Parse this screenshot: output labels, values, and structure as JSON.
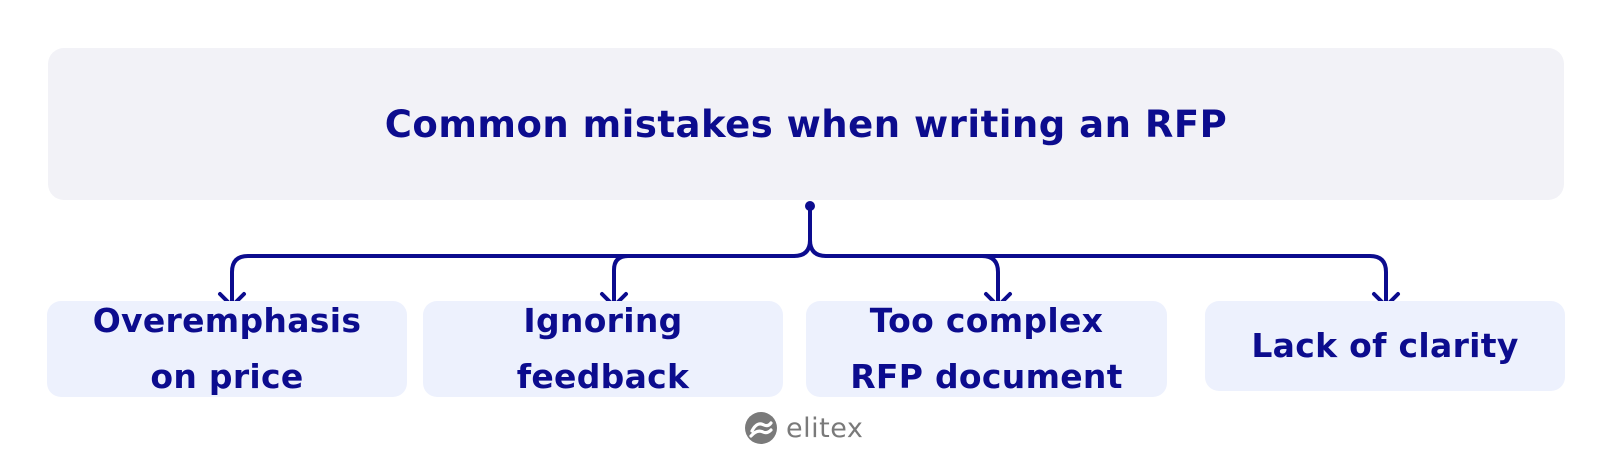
{
  "diagram": {
    "title": "Common mistakes when writing an RFP",
    "children": [
      {
        "label": "Overemphasis\non price"
      },
      {
        "label": "Ignoring\nfeedback"
      },
      {
        "label": "Too complex\nRFP document"
      },
      {
        "label": "Lack of clarity"
      }
    ]
  },
  "footer": {
    "brand": "elitex",
    "logo_icon": "elitex-logo-icon"
  },
  "colors": {
    "primary": "#0c0c8e",
    "title_bg": "#f2f2f7",
    "node_bg": "#edf1fd",
    "brand_gray": "#7a7a7a"
  }
}
